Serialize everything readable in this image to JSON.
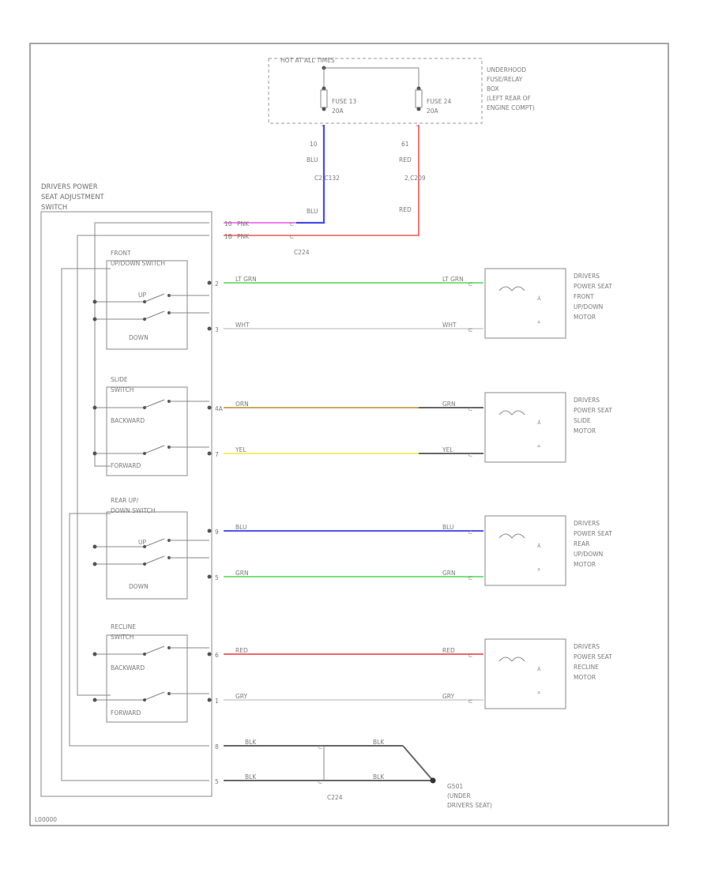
{
  "fuse_box": {
    "title": "HOT AT ALL TIMES",
    "label": [
      "UNDERHOOD",
      "FUSE/RELAY",
      "BOX",
      "(LEFT REAR OF",
      "ENGINE COMPT)"
    ],
    "fuse1": [
      "FUSE 13",
      "20A"
    ],
    "fuse2": [
      "FUSE 24",
      "20A"
    ]
  },
  "upper_wires": {
    "left_pin": "10",
    "left_color": "BLU",
    "left_conn": "C2,C132",
    "left_color2": "BLU",
    "right_pin": "61",
    "right_color": "RED",
    "right_conn": "2,C209",
    "right_color2": "RED",
    "conn_c224": "C224"
  },
  "seat_switch": {
    "label": [
      "DRIVERS POWER",
      "SEAT ADJUSTMENT",
      "SWITCH"
    ],
    "pin_pnk": "10",
    "wire_pnk": "PNK",
    "pin_pnk2": "1B",
    "wire_pnk2": "PNK"
  },
  "switches": [
    {
      "name": [
        "FRONT",
        "UP/DOWN SWITCH"
      ],
      "up": "UP",
      "down": "DOWN"
    },
    {
      "name": [
        "SLIDE",
        "SWITCH"
      ],
      "up": "BACKWARD",
      "down": "FORWARD"
    },
    {
      "name": [
        "REAR UP/",
        "DOWN SWITCH"
      ],
      "up": "UP",
      "down": "DOWN"
    },
    {
      "name": [
        "RECLINE",
        "SWITCH"
      ],
      "up": "BACKWARD",
      "down": "FORWARD"
    }
  ],
  "motor_wires": [
    {
      "pin": "2",
      "color": "LT GRN",
      "rcolor": "LT GRN",
      "hex": "#7fe07f"
    },
    {
      "pin": "3",
      "color": "WHT",
      "rcolor": "WHT",
      "hex": "#d9d9d9"
    },
    {
      "pin": "4A",
      "color": "ORN",
      "rcolor": "GRN",
      "hex": "#c8a866"
    },
    {
      "pin": "7",
      "color": "YEL",
      "rcolor": "YEL",
      "hex": "#f2ee70"
    },
    {
      "pin": "9",
      "color": "BLU",
      "rcolor": "BLU",
      "hex": "#5555ee"
    },
    {
      "pin": "5",
      "color": "GRN",
      "rcolor": "GRN",
      "hex": "#7fe07f"
    },
    {
      "pin": "6",
      "color": "RED",
      "rcolor": "RED",
      "hex": "#ee6a6a"
    },
    {
      "pin": "1",
      "color": "GRY",
      "rcolor": "GRY",
      "hex": "#d9d9d9"
    }
  ],
  "motors": [
    {
      "label": [
        "DRIVERS",
        "POWER SEAT",
        "FRONT",
        "UP/DOWN",
        "MOTOR"
      ]
    },
    {
      "label": [
        "DRIVERS",
        "POWER SEAT",
        "SLIDE",
        "MOTOR"
      ]
    },
    {
      "label": [
        "DRIVERS",
        "POWER SEAT",
        "REAR",
        "UP/DOWN",
        "MOTOR"
      ]
    },
    {
      "label": [
        "DRIVERS",
        "POWER SEAT",
        "RECLINE",
        "MOTOR"
      ]
    }
  ],
  "ground": {
    "pin1": "8",
    "wire1a": "BLK",
    "wire1b": "BLK",
    "pin2": "5",
    "wire2a": "BLK",
    "wire2b": "BLK",
    "conn": "C224",
    "label": [
      "G501",
      "(UNDER",
      "DRIVERS SEAT)"
    ]
  },
  "footer": "L00000",
  "colors": {
    "blue": "#4a4aee",
    "red": "#ee5555",
    "pink": "#ee55ee",
    "frame": "#777777"
  }
}
